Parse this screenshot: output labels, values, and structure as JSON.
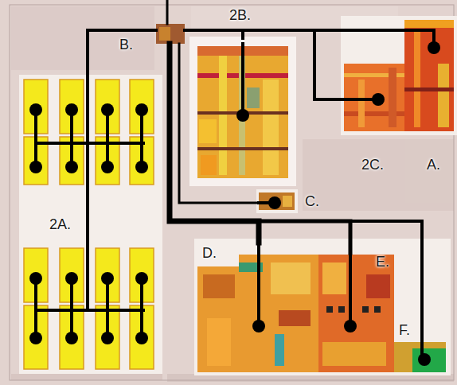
{
  "diagram": {
    "nodes": [
      {
        "text": [
          "B."
        ]
      },
      {
        "text": [
          "2B."
        ]
      },
      {
        "text": [
          "2C."
        ]
      },
      {
        "text": [
          "A."
        ]
      },
      {
        "text": [
          "C."
        ]
      },
      {
        "text": [
          "2A."
        ]
      },
      {
        "text": [
          "D."
        ]
      },
      {
        "text": [
          "E."
        ]
      },
      {
        "text": [
          "F."
        ]
      }
    ],
    "edges": [
      {
        "from": 0,
        "to": 1,
        "arrow": "none"
      },
      {
        "from": 0,
        "to": 2,
        "arrow": "none"
      },
      {
        "from": 0,
        "to": 3,
        "arrow": "none"
      },
      {
        "from": 0,
        "to": 4,
        "arrow": "none"
      },
      {
        "from": 0,
        "to": 5,
        "arrow": "none"
      },
      {
        "from": 0,
        "to": 6,
        "arrow": "none"
      },
      {
        "from": 0,
        "to": 7,
        "arrow": "none"
      },
      {
        "from": 0,
        "to": 8,
        "arrow": "none"
      }
    ]
  }
}
